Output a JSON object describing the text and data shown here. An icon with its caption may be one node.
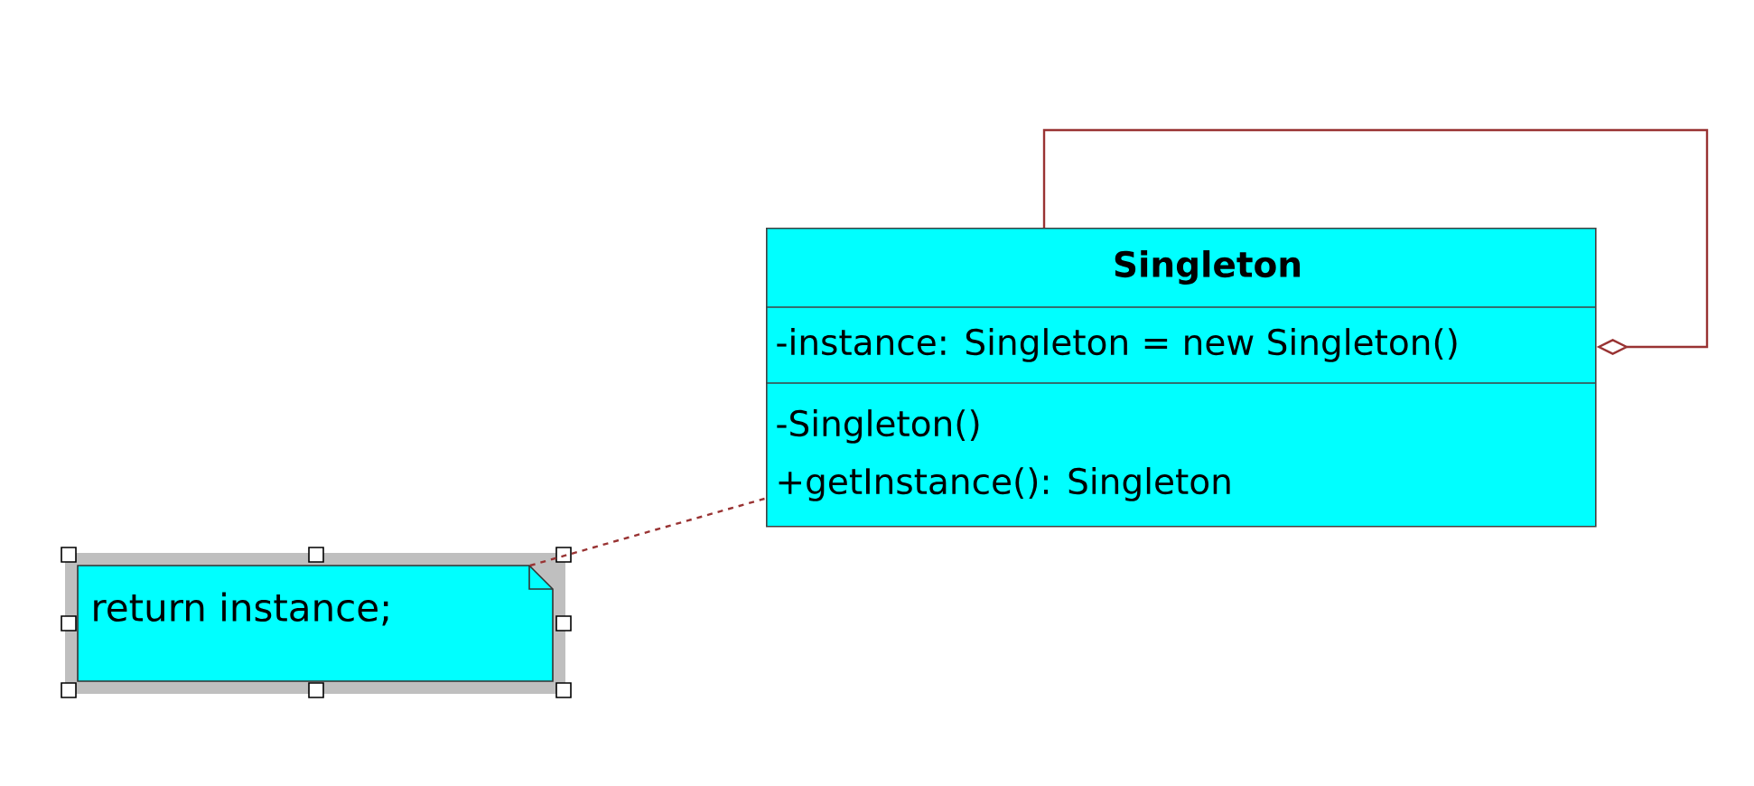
{
  "diagram": {
    "nodes": [
      {
        "text": [
          "Singleton",
          "-instance: Singleton = new Singleton()",
          "-Singleton()",
          "+getInstance(): Singleton"
        ]
      },
      {
        "text": [
          "return instance;"
        ]
      }
    ],
    "edges": [
      {
        "from": 0,
        "to": 0,
        "arrow": "other"
      },
      {
        "from": 1,
        "to": 0,
        "arrow": "none",
        "style": "dashed"
      }
    ]
  }
}
